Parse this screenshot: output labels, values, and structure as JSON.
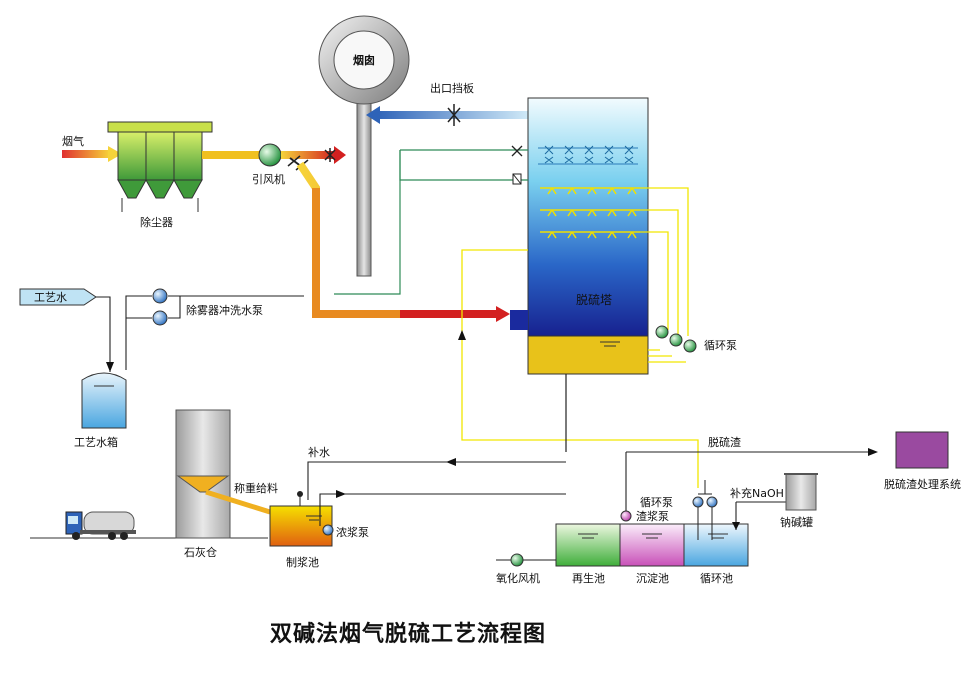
{
  "title": "双碱法烟气脱硫工艺流程图",
  "labels": {
    "flue_gas": "烟气",
    "dust_collector": "除尘器",
    "induced_fan": "引风机",
    "chimney": "烟囱",
    "outlet_damper": "出口挡板",
    "desulfurization_tower": "脱硫塔",
    "circulation_pump": "循环泵",
    "process_water": "工艺水",
    "mist_wash_pump": "除雾器冲洗水泵",
    "process_water_tank": "工艺水箱",
    "lime_silo": "石灰仓",
    "weigh_feeder": "称重给料",
    "makeup_water": "补水",
    "slurry_pump": "浓浆泵",
    "slurry_pool": "制浆池",
    "oxidation_fan": "氧化风机",
    "regeneration_pool": "再生池",
    "sedimentation_pool": "沉淀池",
    "circulation_pool": "循环池",
    "circ_pump_small": "循环泵",
    "residue_pump": "渣浆泵",
    "naoh_makeup": "补充NaOH",
    "soda_tank": "钠碱罐",
    "residue": "脱硫渣",
    "residue_system": "脱硫渣处理系统"
  },
  "colors": {
    "tower_top": "#e8f6fb",
    "tower_bottom": "#1a2a9e",
    "tower_sump": "#e8c21a",
    "dust_collector": "#9fcf3a",
    "chimney": "#b9b9b9",
    "water_line": "#2e8b57",
    "slurry_line": "#f2e600",
    "residue_box": "#9a4aa0",
    "flue_red": "#d32020",
    "flue_yellow": "#f0c020",
    "clean_blue": "#3a72c8"
  }
}
